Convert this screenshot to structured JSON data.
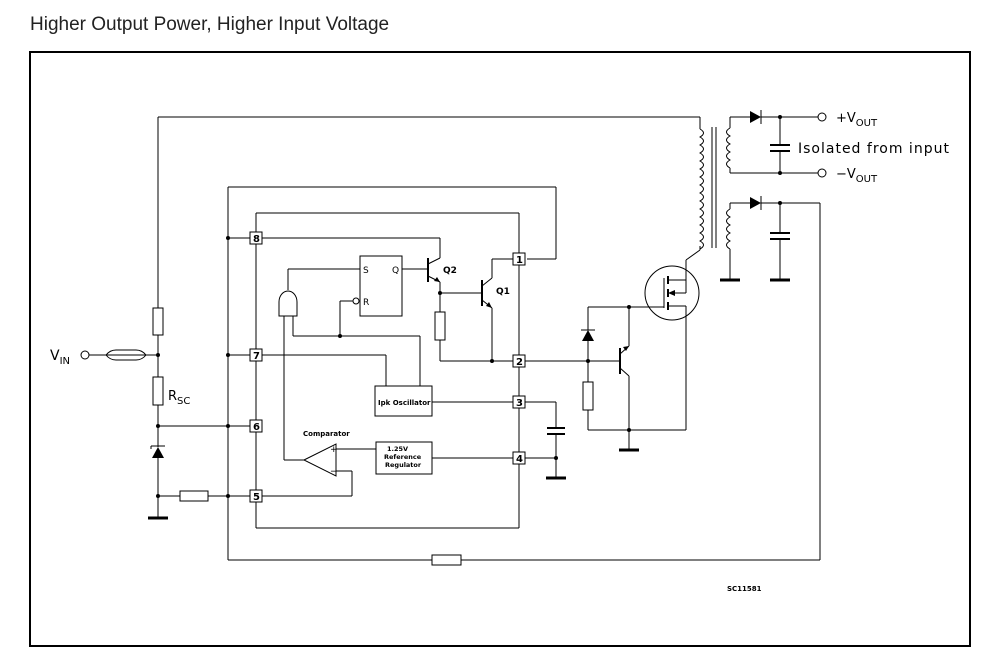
{
  "title": "Higher Output Power, Higher Input Voltage",
  "labels": {
    "vin_main": "V",
    "vin_sub": "IN",
    "rsc_main": "R",
    "rsc_sub": "SC",
    "vout_pos_prefix": "+V",
    "vout_neg_prefix": "−V",
    "vout_sub": "OUT",
    "isolated": "Isolated from input",
    "q1": "Q1",
    "q2": "Q2",
    "s": "S",
    "q": "Q",
    "r": "R",
    "comparator": "Comparator",
    "oscillator": "Ipk Oscillator",
    "ref_line1": "1.25V",
    "ref_line2": "Reference",
    "ref_line3": "Regulator",
    "plus": "+",
    "minus": "−",
    "doc_code": "SC11581"
  },
  "pins": [
    "8",
    "7",
    "6",
    "5",
    "1",
    "2",
    "3",
    "4"
  ]
}
